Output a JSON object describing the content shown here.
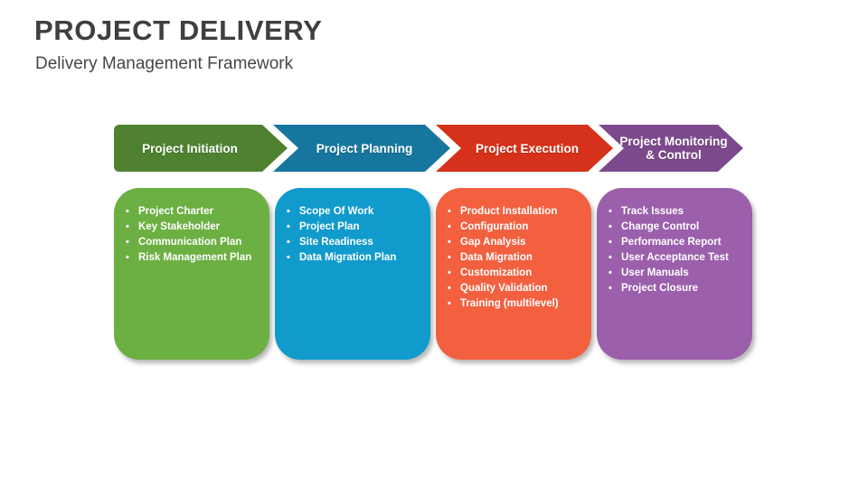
{
  "slide": {
    "title": "PROJECT DELIVERY",
    "subtitle": "Delivery Management Framework",
    "background_color": "#ffffff"
  },
  "phases": [
    {
      "id": "project-initiation",
      "banner_label": "Project Initiation",
      "banner_color": "#4E8230",
      "card_color": "#6CAF42",
      "bullet_glyph": "•",
      "items": [
        "Project Charter",
        "Key Stakeholder",
        "Communication Plan",
        "Risk Management Plan"
      ]
    },
    {
      "id": "project-planning",
      "banner_label": "Project Planning",
      "banner_color": "#16769E",
      "card_color": "#119BCC",
      "bullet_glyph": "•",
      "items": [
        "Scope Of Work",
        "Project Plan",
        "Site Readiness",
        "Data Migration Plan"
      ]
    },
    {
      "id": "project-execution",
      "banner_label": "Project Execution",
      "banner_color": "#D6311A",
      "card_color": "#F26040",
      "bullet_glyph": "•",
      "items": [
        "Product Installation",
        "Configuration",
        "Gap Analysis",
        "Data Migration",
        "Customization",
        "Quality Validation",
        "Training (multilevel)"
      ]
    },
    {
      "id": "project-monitoring-control",
      "banner_label": "Project Monitoring\n& Control",
      "banner_color": "#7C4A8C",
      "card_color": "#9B5FAC",
      "bullet_glyph": "•",
      "items": [
        "Track Issues",
        "Change Control",
        "Performance Report",
        "User Acceptance Test",
        "User Manuals",
        "Project Closure"
      ]
    }
  ]
}
